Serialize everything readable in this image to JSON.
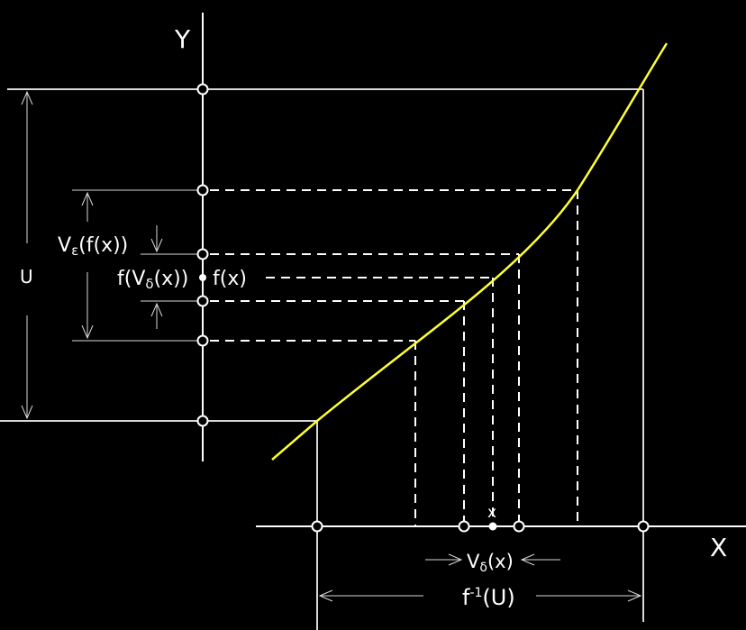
{
  "colors": {
    "background": "#000000",
    "axes": "#ffffff",
    "construction": "#d8d8d8",
    "curve": "#ffff33"
  },
  "labels": {
    "axis_y": "Y",
    "axis_x": "X",
    "set_u": "U",
    "eps_neighborhood": {
      "base": "V",
      "sub": "ε",
      "arg": "(f(x))"
    },
    "image_of_delta": {
      "pre": "f(",
      "base": "V",
      "sub": "δ",
      "post": "(x))"
    },
    "fx": "f(x)",
    "point_x": "x",
    "delta_neighborhood": {
      "base": "V",
      "sub": "δ",
      "arg": "(x)"
    },
    "preimage": {
      "base": "f",
      "sup": "-1",
      "arg": "(U)"
    }
  }
}
